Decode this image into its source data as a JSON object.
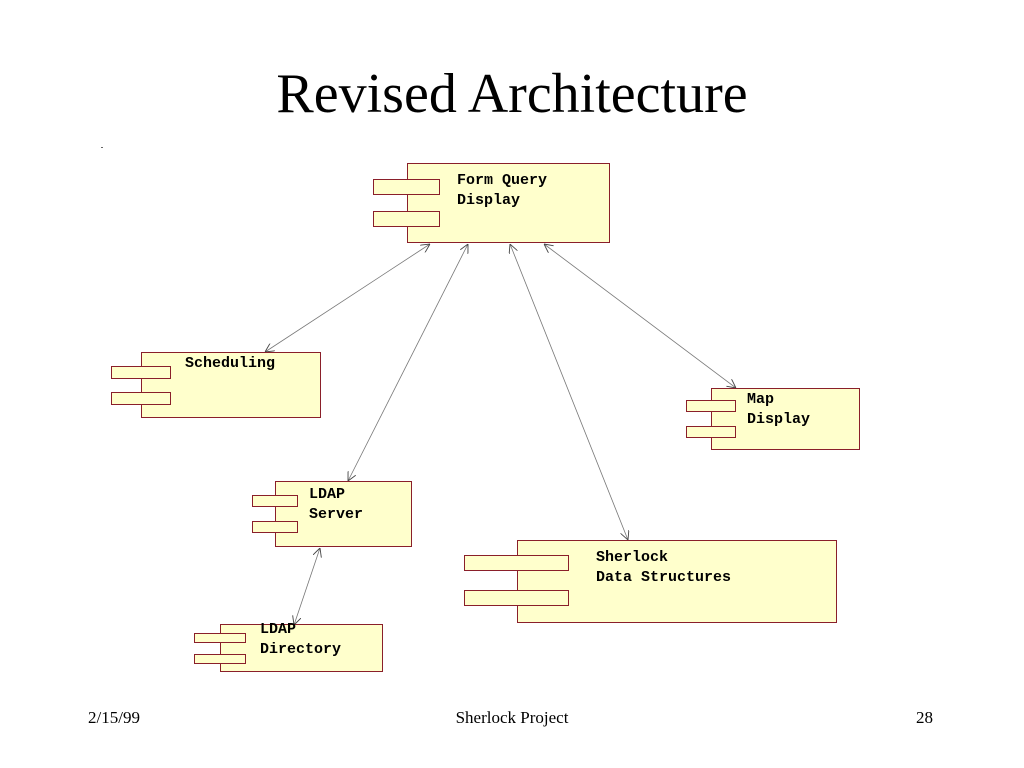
{
  "slide": {
    "title": "Revised Architecture"
  },
  "components": {
    "form_query_display": {
      "line1": "Form Query",
      "line2": "Display"
    },
    "scheduling": {
      "line1": "Scheduling"
    },
    "map_display": {
      "line1": "Map",
      "line2": "Display"
    },
    "ldap_server": {
      "line1": "LDAP",
      "line2": "Server"
    },
    "sherlock_data_structures": {
      "line1": "Sherlock",
      "line2": "Data Structures"
    },
    "ldap_directory": {
      "line1": "LDAP",
      "line2": "Directory"
    }
  },
  "footer": {
    "date": "2/15/99",
    "center": "Sherlock Project",
    "page": "28"
  },
  "colors": {
    "component_fill": "#ffffcc",
    "component_border": "#8a1f2a",
    "connector": "#666666"
  }
}
